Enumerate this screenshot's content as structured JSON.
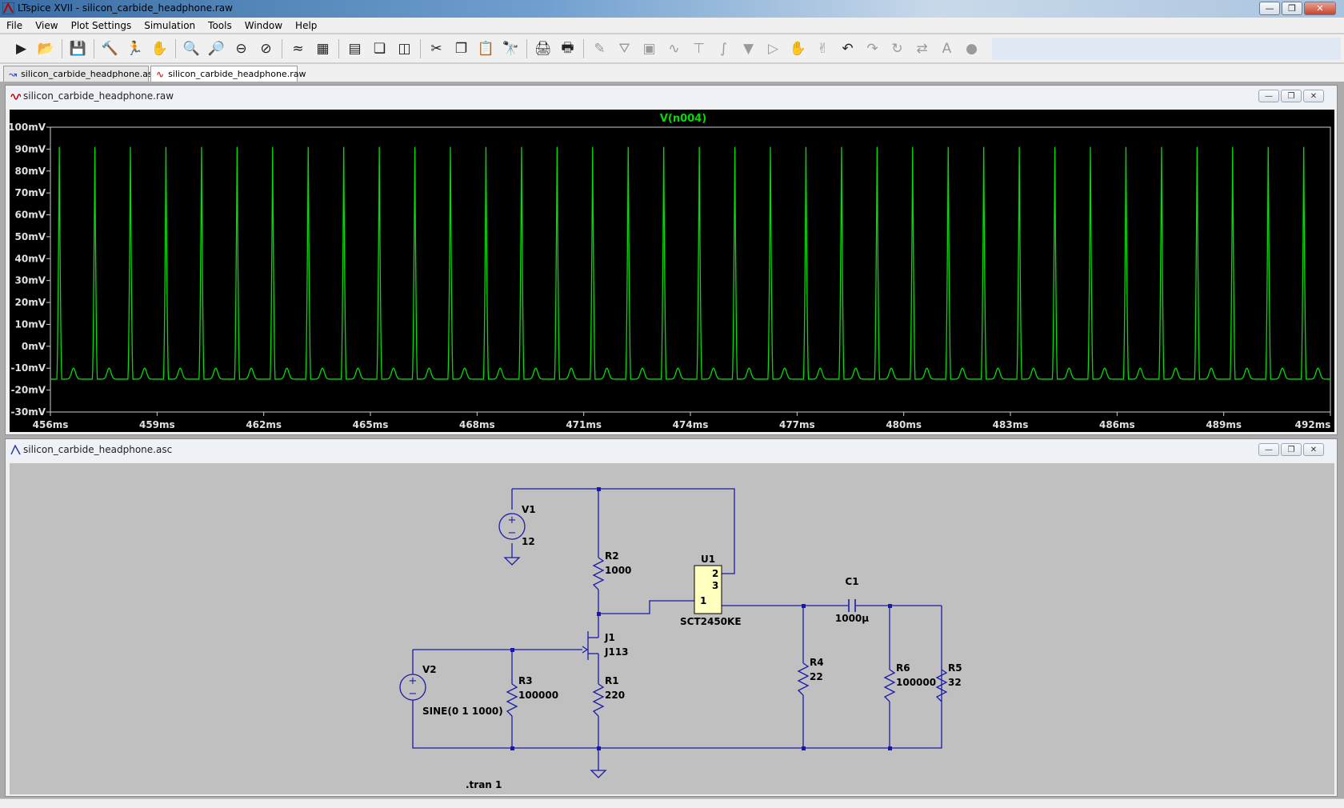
{
  "window": {
    "title": "LTspice XVII - silicon_carbide_headphone.raw"
  },
  "menu": [
    "File",
    "View",
    "Plot Settings",
    "Simulation",
    "Tools",
    "Window",
    "Help"
  ],
  "toolbar": {
    "icons": [
      "run-icon",
      "open-icon",
      "save-icon",
      "control-panel-icon",
      "halt-icon",
      "pan-icon",
      "zoom-in-icon",
      "zoom-box-icon",
      "zoom-out-icon",
      "zoom-cancel-icon",
      "autorange-icon",
      "plot-add-icon",
      "tile-horizontal-icon",
      "cascade-icon",
      "tile-vertical-icon",
      "cut-icon",
      "copy-icon",
      "paste-icon",
      "find-icon",
      "print-icon",
      "print-setup-icon",
      "wire-icon",
      "ground-icon",
      "label-icon",
      "resistor-icon",
      "capacitor-icon",
      "inductor-icon",
      "diode-icon",
      "component-icon",
      "move-icon",
      "drag-icon",
      "undo-icon",
      "redo-icon",
      "rotate-icon",
      "mirror-icon",
      "text-icon",
      "spice-directive-icon"
    ]
  },
  "tabs": [
    {
      "label": "silicon_carbide_headphone.asc",
      "active": false
    },
    {
      "label": "silicon_carbide_headphone.raw",
      "active": true
    }
  ],
  "plot_window": {
    "title": "silicon_carbide_headphone.raw"
  },
  "schematic_window": {
    "title": "silicon_carbide_headphone.asc"
  },
  "colors": {
    "trace": "#00dd00",
    "plot_bg": "#000000",
    "wire": "#1a1aa8",
    "schematic_bg": "#c0c0c0"
  },
  "chart_data": {
    "type": "line",
    "title": "V(n004)",
    "xlabel": "",
    "ylabel": "",
    "xlim": [
      456,
      492
    ],
    "ylim": [
      -30,
      100
    ],
    "x_unit": "ms",
    "y_unit": "mV",
    "x_ticks": [
      "456ms",
      "459ms",
      "462ms",
      "465ms",
      "468ms",
      "471ms",
      "474ms",
      "477ms",
      "480ms",
      "483ms",
      "486ms",
      "489ms",
      "492ms"
    ],
    "y_ticks": [
      "100mV",
      "90mV",
      "80mV",
      "70mV",
      "60mV",
      "50mV",
      "40mV",
      "30mV",
      "20mV",
      "10mV",
      "0mV",
      "-10mV",
      "-20mV",
      "-30mV"
    ],
    "series": [
      {
        "waveform": "periodic pulse",
        "period_ms": 1.0,
        "first_peak_ms": 456.25,
        "peak_mV": 91,
        "baseline_mV": -15,
        "ripple_mV": -10
      }
    ]
  },
  "schematic": {
    "components": [
      {
        "ref": "V1",
        "value": "12"
      },
      {
        "ref": "V2",
        "value": "SINE(0 1 1000)"
      },
      {
        "ref": "R1",
        "value": "220"
      },
      {
        "ref": "R2",
        "value": "1000"
      },
      {
        "ref": "R3",
        "value": "100000"
      },
      {
        "ref": "R4",
        "value": "22"
      },
      {
        "ref": "R5",
        "value": "32"
      },
      {
        "ref": "R6",
        "value": "100000"
      },
      {
        "ref": "C1",
        "value": "1000µ"
      },
      {
        "ref": "J1",
        "value": "J113"
      },
      {
        "ref": "U1",
        "value": "SCT2450KE",
        "pins": [
          "1",
          "2",
          "3"
        ]
      }
    ],
    "directive": ".tran 1"
  }
}
